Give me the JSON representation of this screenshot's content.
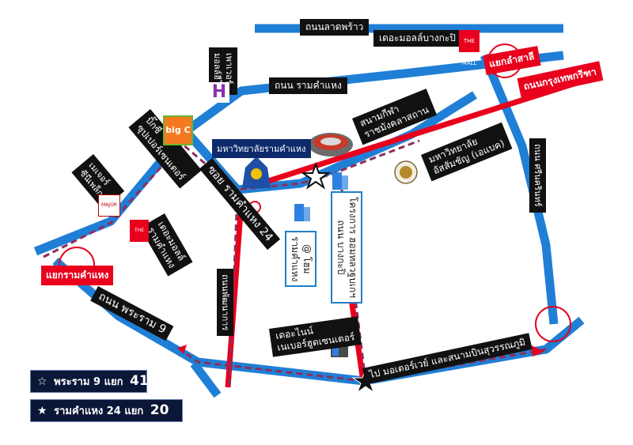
{
  "roads": {
    "lat_phrao": "ถนนลาดพร้าว",
    "ramkhamhaeng_road": "ถนน รามคำแหง",
    "krungthep_kreetha": "ถนนกรุงเทพกรีฑา",
    "rama9": "ถนน พระราม 9",
    "soi_ram24": "ซอย รามคำแหง 24",
    "motorway": "ไป มอเตอร์เวย์ และสนามบินสุวรรณภูมิ",
    "east_road": "ถนน ศรีนครินทร์",
    "west_road": "ถนนพัฒนาการ"
  },
  "junctions": {
    "lam_sali": "แยกลำสาลี",
    "ram_khamhaeng": "แยกรามคำแหง"
  },
  "places": {
    "mall_bangkapi": "เดอะมอลล์บางกะปิ",
    "home_pro": "เพาเวอร์\nมอลล์ฮีโร่",
    "big_c": "บิ๊กซี\nซุปเปอร์เซนเตอร์",
    "major_cineplex": "เมเจอร์\nซีนีเพล็กซ์",
    "mall_ramkhamhaeng": "เดอะมอลล์\nรามคำแหง",
    "ru": "มหาวิทยาลัยรามคำแหง",
    "stadium": "สนามกีฬา\nราชมังคลาสถาน",
    "abac": "มหาวิทยาลัย\nอัสสัมชัญ (เอแบค)",
    "nine": "เดอะไนน์\nเนเบอร์ฮูดเซนเตอร์",
    "condo_a": "@ โฮม\nรามคำแหง",
    "condo_b": "โครงการ ฮอมทลวฐบเกฯ\nถนน บางกะปิ"
  },
  "legend": [
    {
      "star": "☆",
      "label": "พระราม 9 แยก",
      "num": "41"
    },
    {
      "star": "★",
      "label": "รามคำแหง 24 แยก",
      "num": "20"
    }
  ],
  "logos": {
    "mall_text": "THE MALL",
    "bigc_text": "big C",
    "home_text": "H",
    "major_text": "MAJOR"
  },
  "colors": {
    "blue_road": "#1f7fd6",
    "red_road": "#e8001c",
    "route_dash": "#e8001c",
    "label_bg": "#111111",
    "legend_bg": "#0b1736"
  }
}
